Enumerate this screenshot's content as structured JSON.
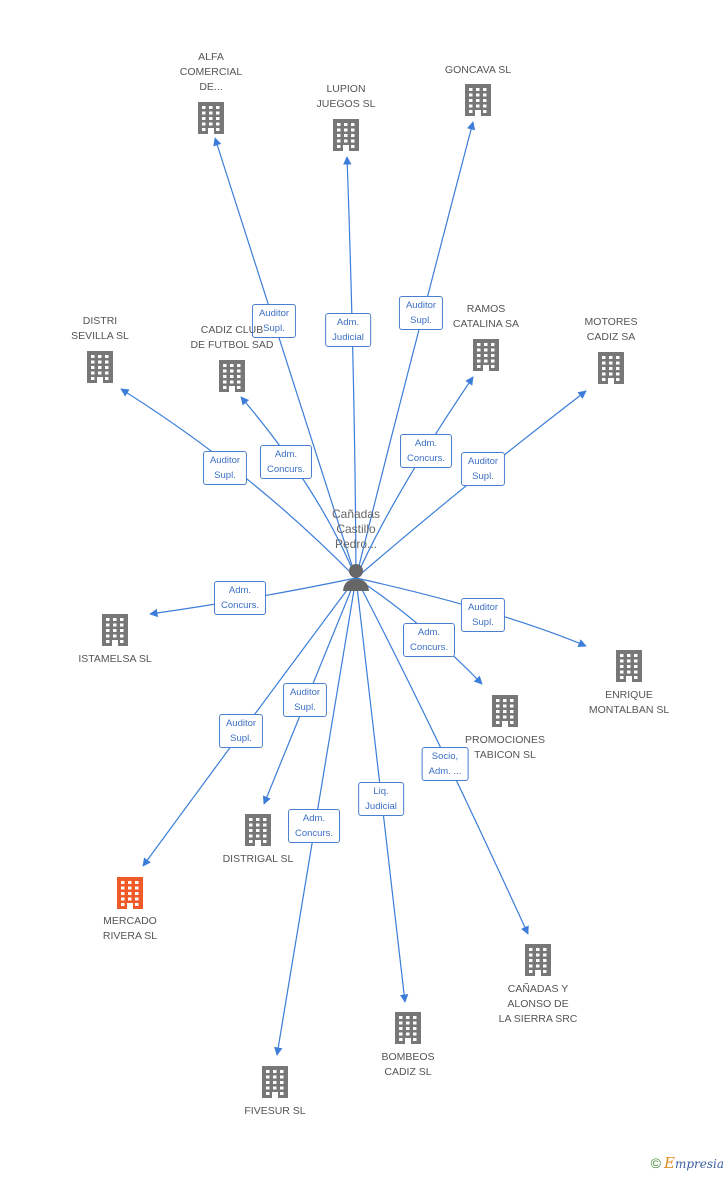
{
  "center": {
    "name": "Cañadas\nCastillo\nPedro...",
    "icon": "person-icon"
  },
  "companies": [
    {
      "id": "alfa",
      "name": "ALFA\nCOMERCIAL\nDE...",
      "icon": "building-icon",
      "highlight": false
    },
    {
      "id": "lupion",
      "name": "LUPION\nJUEGOS SL",
      "icon": "building-icon",
      "highlight": false
    },
    {
      "id": "goncava",
      "name": "GONCAVA SL",
      "icon": "building-icon",
      "highlight": false
    },
    {
      "id": "distri",
      "name": "DISTRI\nSEVILLA SL",
      "icon": "building-icon",
      "highlight": false
    },
    {
      "id": "cadizcf",
      "name": "CADIZ CLUB\nDE FUTBOL SAD",
      "icon": "building-icon",
      "highlight": false
    },
    {
      "id": "ramos",
      "name": "RAMOS\nCATALINA SA",
      "icon": "building-icon",
      "highlight": false
    },
    {
      "id": "motores",
      "name": "MOTORES\nCADIZ SA",
      "icon": "building-icon",
      "highlight": false
    },
    {
      "id": "istamelsa",
      "name": "ISTAMELSA SL",
      "icon": "building-icon",
      "highlight": false
    },
    {
      "id": "enrique",
      "name": "ENRIQUE\nMONTALBAN SL",
      "icon": "building-icon",
      "highlight": false
    },
    {
      "id": "promociones",
      "name": "PROMOCIONES\nTABICON SL",
      "icon": "building-icon",
      "highlight": false
    },
    {
      "id": "distrigal",
      "name": "DISTRIGAL SL",
      "icon": "building-icon",
      "highlight": false
    },
    {
      "id": "mercado",
      "name": "MERCADO\nRIVERA SL",
      "icon": "building-icon",
      "highlight": true
    },
    {
      "id": "canadas",
      "name": "CAÑADAS Y\nALONSO DE\nLA SIERRA SRC",
      "icon": "building-icon",
      "highlight": false
    },
    {
      "id": "bombeos",
      "name": "BOMBEOS\nCADIZ SL",
      "icon": "building-icon",
      "highlight": false
    },
    {
      "id": "fivesur",
      "name": "FIVESUR SL",
      "icon": "building-icon",
      "highlight": false
    }
  ],
  "edges": [
    {
      "to": "alfa",
      "label": "Auditor\nSupl."
    },
    {
      "to": "lupion",
      "label": "Adm.\nJudicial"
    },
    {
      "to": "goncava",
      "label": "Auditor\nSupl."
    },
    {
      "to": "distri",
      "label": "Auditor\nSupl."
    },
    {
      "to": "cadizcf",
      "label": "Adm.\nConcurs."
    },
    {
      "to": "ramos",
      "label": "Adm.\nConcurs."
    },
    {
      "to": "motores",
      "label": "Auditor\nSupl."
    },
    {
      "to": "istamelsa",
      "label": "Adm.\nConcurs."
    },
    {
      "to": "enrique",
      "label": "Auditor\nSupl."
    },
    {
      "to": "promociones",
      "label": "Adm.\nConcurs."
    },
    {
      "to": "distrigal",
      "label": "Auditor\nSupl."
    },
    {
      "to": "mercado",
      "label": "Auditor\nSupl."
    },
    {
      "to": "canadas",
      "label": "Socio,\nAdm. ..."
    },
    {
      "to": "bombeos",
      "label": "Liq.\nJudicial"
    },
    {
      "to": "fivesur",
      "label": "Adm.\nConcurs."
    }
  ],
  "colors": {
    "edge": "#3b7dd8",
    "building": "#777777",
    "highlight": "#f05a28",
    "person": "#666666"
  },
  "footer": {
    "copyright": "©",
    "brand_initial": "E",
    "brand_rest": "mpresia"
  }
}
